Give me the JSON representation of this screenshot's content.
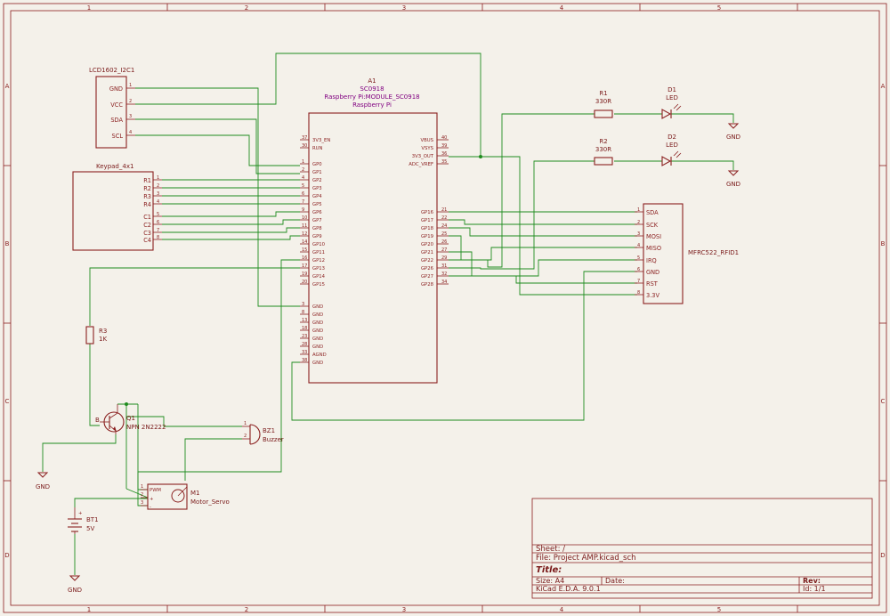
{
  "frame": {
    "col_labels": [
      "1",
      "2",
      "3",
      "4",
      "5"
    ],
    "row_labels": [
      "A",
      "B",
      "C",
      "D"
    ]
  },
  "title_block": {
    "sheet": "Sheet: /",
    "file": "File: Project AMP.kicad_sch",
    "title": "Title:",
    "size": "Size: A4",
    "date": "Date:",
    "rev": "Rev:",
    "tool": "KiCad E.D.A. 9.0.1",
    "id": "Id: 1/1"
  },
  "components": {
    "lcd": {
      "ref": "LCD1602_I2C1",
      "pins": [
        {
          "num": "1",
          "name": "GND"
        },
        {
          "num": "2",
          "name": "VCC"
        },
        {
          "num": "3",
          "name": "SDA"
        },
        {
          "num": "4",
          "name": "SCL"
        }
      ]
    },
    "keypad": {
      "ref": "Keypad_4x1",
      "pins": [
        {
          "num": "1",
          "name": "R1"
        },
        {
          "num": "2",
          "name": "R2"
        },
        {
          "num": "3",
          "name": "R3"
        },
        {
          "num": "4",
          "name": "R4"
        },
        {
          "num": "5",
          "name": "C1"
        },
        {
          "num": "6",
          "name": "C2"
        },
        {
          "num": "7",
          "name": "C3"
        },
        {
          "num": "8",
          "name": "C4"
        }
      ]
    },
    "pico": {
      "ref": "A1",
      "value": "SC0918",
      "footprint": "Raspberry Pi:MODULE_SC0918",
      "mfr": "Raspberry Pi",
      "left_pins": [
        {
          "num": "37",
          "name": "3V3_EN"
        },
        {
          "num": "30",
          "name": "RUN"
        },
        {
          "num": "1",
          "name": "GP0"
        },
        {
          "num": "2",
          "name": "GP1"
        },
        {
          "num": "4",
          "name": "GP2"
        },
        {
          "num": "5",
          "name": "GP3"
        },
        {
          "num": "6",
          "name": "GP4"
        },
        {
          "num": "7",
          "name": "GP5"
        },
        {
          "num": "9",
          "name": "GP6"
        },
        {
          "num": "10",
          "name": "GP7"
        },
        {
          "num": "11",
          "name": "GP8"
        },
        {
          "num": "12",
          "name": "GP9"
        },
        {
          "num": "14",
          "name": "GP10"
        },
        {
          "num": "15",
          "name": "GP11"
        },
        {
          "num": "16",
          "name": "GP12"
        },
        {
          "num": "17",
          "name": "GP13"
        },
        {
          "num": "19",
          "name": "GP14"
        },
        {
          "num": "20",
          "name": "GP15"
        },
        {
          "num": "3",
          "name": "GND"
        },
        {
          "num": "8",
          "name": "GND"
        },
        {
          "num": "13",
          "name": "GND"
        },
        {
          "num": "18",
          "name": "GND"
        },
        {
          "num": "23",
          "name": "GND"
        },
        {
          "num": "28",
          "name": "GND"
        },
        {
          "num": "33",
          "name": "AGND"
        },
        {
          "num": "38",
          "name": "GND"
        }
      ],
      "right_pins_top": [
        {
          "num": "40",
          "name": "VBUS"
        },
        {
          "num": "39",
          "name": "VSYS"
        },
        {
          "num": "36",
          "name": "3V3_OUT"
        },
        {
          "num": "35",
          "name": "ADC_VREF"
        }
      ],
      "right_pins_bottom": [
        {
          "num": "21",
          "name": "GP16"
        },
        {
          "num": "22",
          "name": "GP17"
        },
        {
          "num": "24",
          "name": "GP18"
        },
        {
          "num": "25",
          "name": "GP19"
        },
        {
          "num": "26",
          "name": "GP20"
        },
        {
          "num": "27",
          "name": "GP21"
        },
        {
          "num": "29",
          "name": "GP22"
        },
        {
          "num": "31",
          "name": "GP26"
        },
        {
          "num": "32",
          "name": "GP27"
        },
        {
          "num": "34",
          "name": "GP28"
        }
      ]
    },
    "rfid": {
      "ref": "MFRC522_RFID1",
      "pins": [
        {
          "num": "1",
          "name": "SDA"
        },
        {
          "num": "2",
          "name": "SCK"
        },
        {
          "num": "3",
          "name": "MOSI"
        },
        {
          "num": "4",
          "name": "MISO"
        },
        {
          "num": "5",
          "name": "IRQ"
        },
        {
          "num": "6",
          "name": "GND"
        },
        {
          "num": "7",
          "name": "RST"
        },
        {
          "num": "8",
          "name": "3.3V"
        }
      ]
    },
    "r1": {
      "ref": "R1",
      "value": "330R"
    },
    "r2": {
      "ref": "R2",
      "value": "330R"
    },
    "r3": {
      "ref": "R3",
      "value": "1K"
    },
    "d1": {
      "ref": "D1",
      "value": "LED"
    },
    "d2": {
      "ref": "D2",
      "value": "LED"
    },
    "q1": {
      "ref": "Q1",
      "value": "NPN 2N2222",
      "base_label": "B"
    },
    "bz1": {
      "ref": "BZ1",
      "value": "Buzzer",
      "pins": [
        "1",
        "2"
      ]
    },
    "m1": {
      "ref": "M1",
      "value": "Motor_Servo",
      "pins": [
        "1",
        "2",
        "3"
      ],
      "pwm_label": "PWM"
    },
    "bt1": {
      "ref": "BT1",
      "value": "5V"
    }
  },
  "power_labels": {
    "gnd": "GND"
  }
}
